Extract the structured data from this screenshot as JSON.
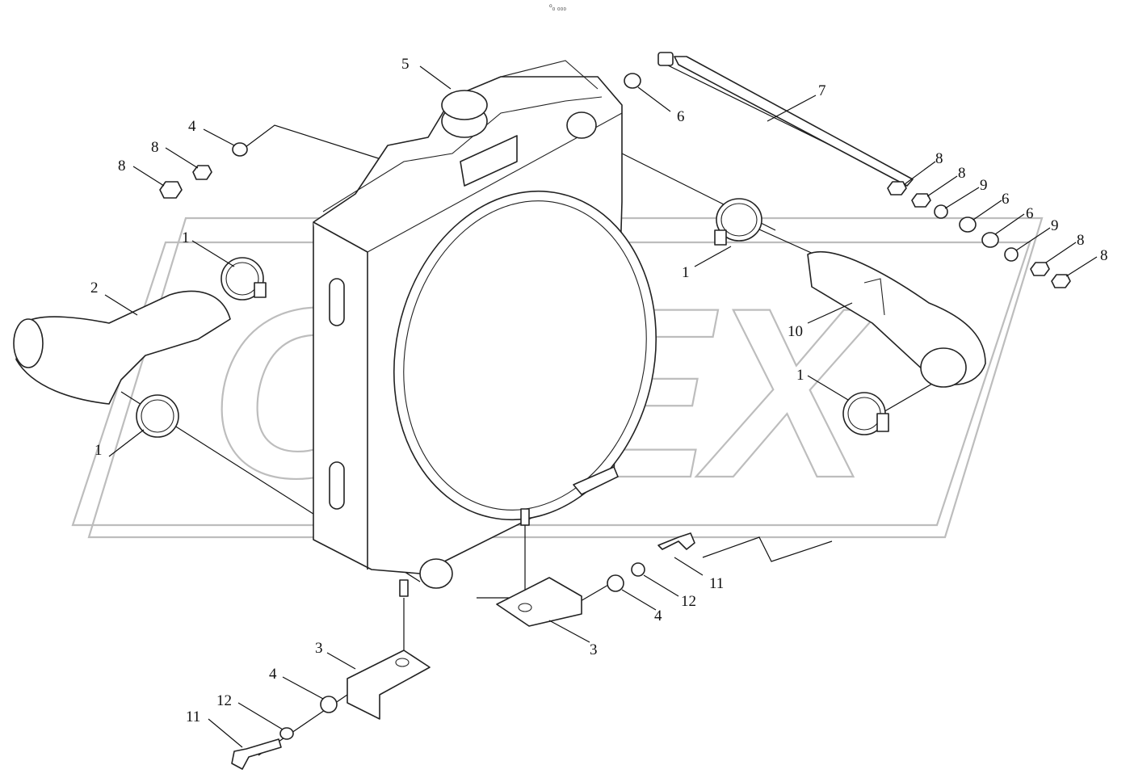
{
  "header_note": "⁰₀ ₀₀₀",
  "watermark": {
    "text": "OPEX",
    "color": "#bdbdbd"
  },
  "line_color": "#222222",
  "callouts": [
    {
      "id": "c-1-a",
      "label": "1"
    },
    {
      "id": "c-1-b",
      "label": "1"
    },
    {
      "id": "c-1-c",
      "label": "1"
    },
    {
      "id": "c-1-d",
      "label": "1"
    },
    {
      "id": "c-2",
      "label": "2"
    },
    {
      "id": "c-3-a",
      "label": "3"
    },
    {
      "id": "c-3-b",
      "label": "3"
    },
    {
      "id": "c-4-a",
      "label": "4"
    },
    {
      "id": "c-4-b",
      "label": "4"
    },
    {
      "id": "c-4-c",
      "label": "4"
    },
    {
      "id": "c-5",
      "label": "5"
    },
    {
      "id": "c-6-a",
      "label": "6"
    },
    {
      "id": "c-6-b",
      "label": "6"
    },
    {
      "id": "c-6-c",
      "label": "6"
    },
    {
      "id": "c-7",
      "label": "7"
    },
    {
      "id": "c-8-a",
      "label": "8"
    },
    {
      "id": "c-8-b",
      "label": "8"
    },
    {
      "id": "c-8-c",
      "label": "8"
    },
    {
      "id": "c-8-d",
      "label": "8"
    },
    {
      "id": "c-8-e",
      "label": "8"
    },
    {
      "id": "c-8-f",
      "label": "8"
    },
    {
      "id": "c-9-a",
      "label": "9"
    },
    {
      "id": "c-9-b",
      "label": "9"
    },
    {
      "id": "c-10",
      "label": "10"
    },
    {
      "id": "c-11-a",
      "label": "11"
    },
    {
      "id": "c-11-b",
      "label": "11"
    },
    {
      "id": "c-12-a",
      "label": "12"
    },
    {
      "id": "c-12-b",
      "label": "12"
    }
  ]
}
